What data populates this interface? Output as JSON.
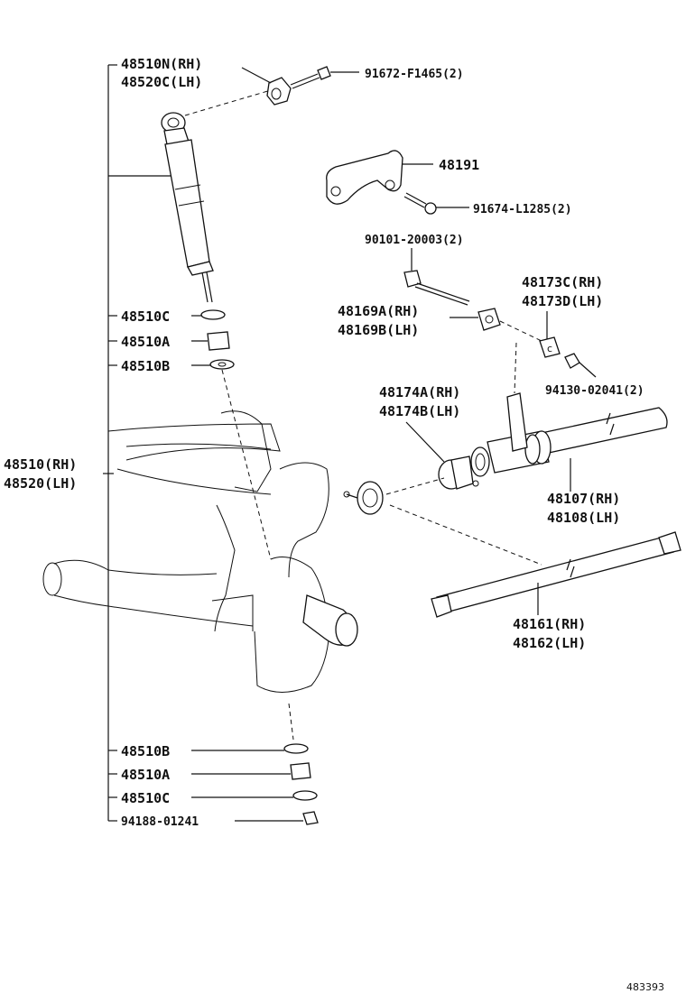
{
  "labels": {
    "shock_rh": "48510N(RH)",
    "shock_lh": "48520C(LH)",
    "bolt_f1465": "91672-F1465(2)",
    "bracket": "48191",
    "bolt_l1285": "91674-L1285(2)",
    "bolt_20003": "90101-20003(2)",
    "clamp_c_rh": "48173C(RH)",
    "clamp_d_lh": "48173D(LH)",
    "stopper_a_rh": "48169A(RH)",
    "stopper_b_lh": "48169B(LH)",
    "nut_02041": "94130-02041(2)",
    "boot_a_rh": "48174A(RH)",
    "boot_b_lh": "48174B(LH)",
    "cushion_c_top": "48510C",
    "cushion_a_top": "48510A",
    "retainer_b_top": "48510B",
    "absorber_rh": "48510(RH)",
    "absorber_lh": "48520(LH)",
    "torsion_tube_rh": "48107(RH)",
    "torsion_tube_lh": "48108(LH)",
    "torsion_bar_rh": "48161(RH)",
    "torsion_bar_lh": "48162(LH)",
    "retainer_b_bot": "48510B",
    "cushion_a_bot": "48510A",
    "cushion_c_bot": "48510C",
    "nut_01241": "94188-01241",
    "diagram_code": "483393"
  }
}
